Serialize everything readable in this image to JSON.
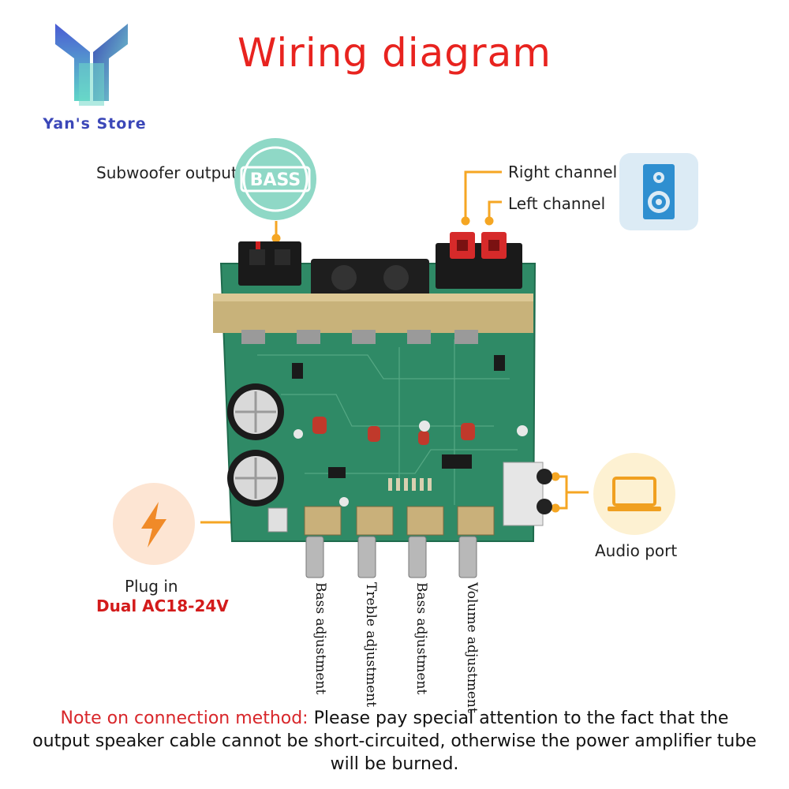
{
  "title": "Wiring diagram",
  "store": {
    "name": "Yan's Store"
  },
  "labels": {
    "subwoofer": "Subwoofer output",
    "bass_badge": "BASS",
    "right_channel": "Right channel",
    "left_channel": "Left channel",
    "audio_port": "Audio port",
    "plug_in": "Plug in",
    "plug_voltage": "Dual AC18-24V"
  },
  "knobs": [
    {
      "label": "Bass adjustment"
    },
    {
      "label": "Treble adjustment"
    },
    {
      "label": "Bass adjustment"
    },
    {
      "label": "Volume adjustment"
    }
  ],
  "note": {
    "prefix": "Note on connection method:",
    "text": " Please pay special attention to the fact that the output speaker cable cannot be short-circuited, otherwise the power amplifier tube will be burned."
  },
  "colors": {
    "title_red": "#e8231f",
    "connector_orange": "#f5a623",
    "pcb_green": "#2f8a66",
    "note_red": "#d8262a",
    "store_blue": "#3b47b8"
  },
  "icons": [
    "logo-y-icon",
    "bass-icon",
    "speaker-icon",
    "laptop-icon",
    "lightning-icon"
  ]
}
